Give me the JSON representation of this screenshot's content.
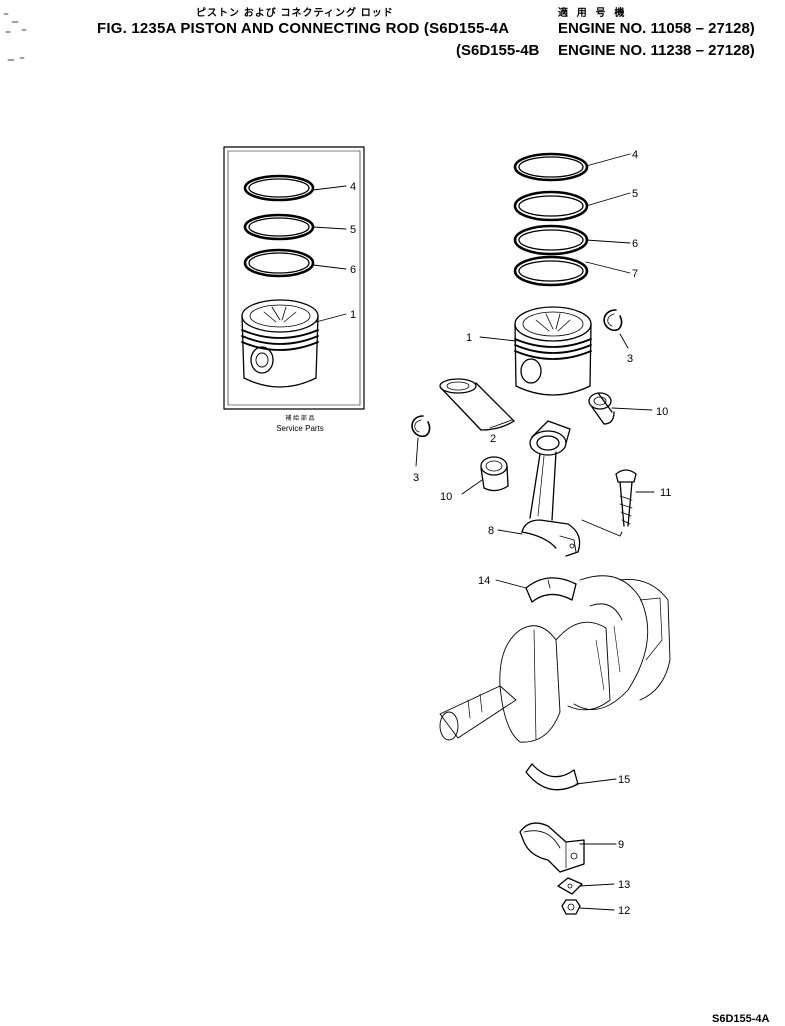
{
  "header": {
    "jp_title": "ピストン および コネクティング ロッド",
    "jp_applicable": "適 用 号 機",
    "fig_title": "FIG. 1235A  PISTON AND CONNECTING ROD (S6D155-4A",
    "engine_a": "ENGINE NO. 11058 – 27128)",
    "variant_b": "(S6D155-4B",
    "engine_b": "ENGINE NO. 11238 – 27128)"
  },
  "inset": {
    "jp_caption": "補 給 部 品",
    "caption": "Service  Parts",
    "callouts": [
      "4",
      "5",
      "6",
      "1"
    ]
  },
  "callouts": [
    "4",
    "5",
    "6",
    "7",
    "3",
    "1",
    "10",
    "2",
    "3",
    "11",
    "10",
    "8",
    "14",
    "15",
    "9",
    "13",
    "12"
  ],
  "footer": {
    "figure_code": "S6D155-4A"
  }
}
